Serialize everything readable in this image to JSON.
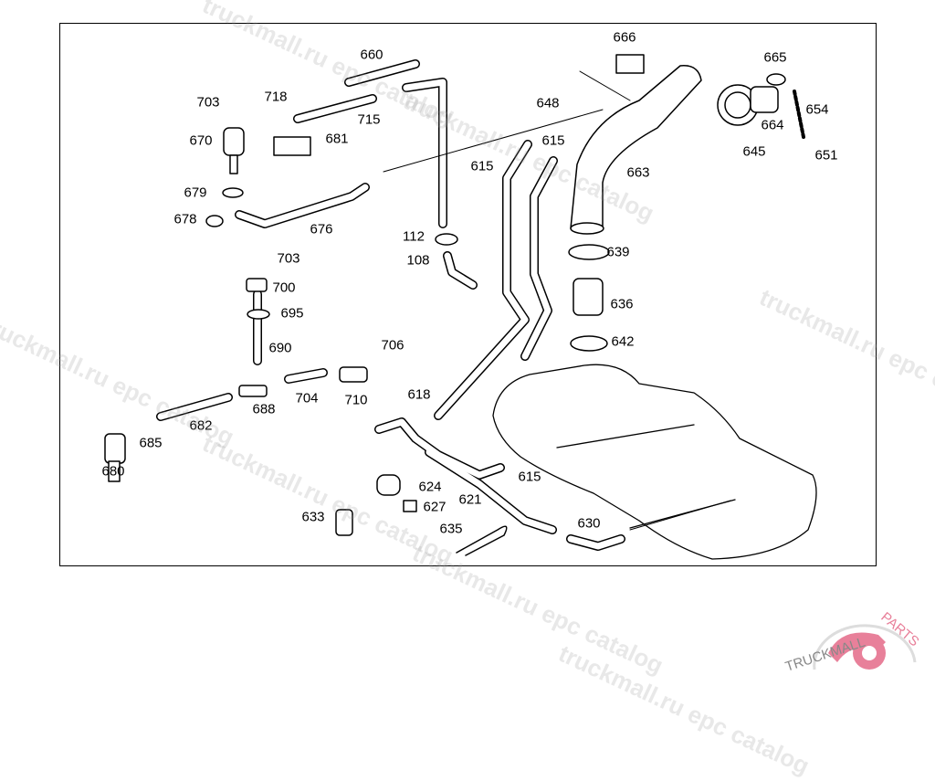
{
  "diagram": {
    "callouts": [
      "660",
      "666",
      "665",
      "703",
      "718",
      "715",
      "648",
      "654",
      "670",
      "681",
      "615",
      "615",
      "663",
      "664",
      "645",
      "651",
      "679",
      "678",
      "676",
      "112",
      "108",
      "703",
      "639",
      "700",
      "636",
      "695",
      "690",
      "706",
      "642",
      "618",
      "710",
      "704",
      "688",
      "682",
      "685",
      "680",
      "615",
      "624",
      "627",
      "621",
      "633",
      "635",
      "630"
    ]
  },
  "watermark": {
    "text": "truckmall.ru epc catalog",
    "color": "#969696"
  },
  "logo": {
    "text_main": "TRUCKMALL",
    "text_accent": "PARTS",
    "accent_color": "#e8809a",
    "main_color": "#888888"
  }
}
